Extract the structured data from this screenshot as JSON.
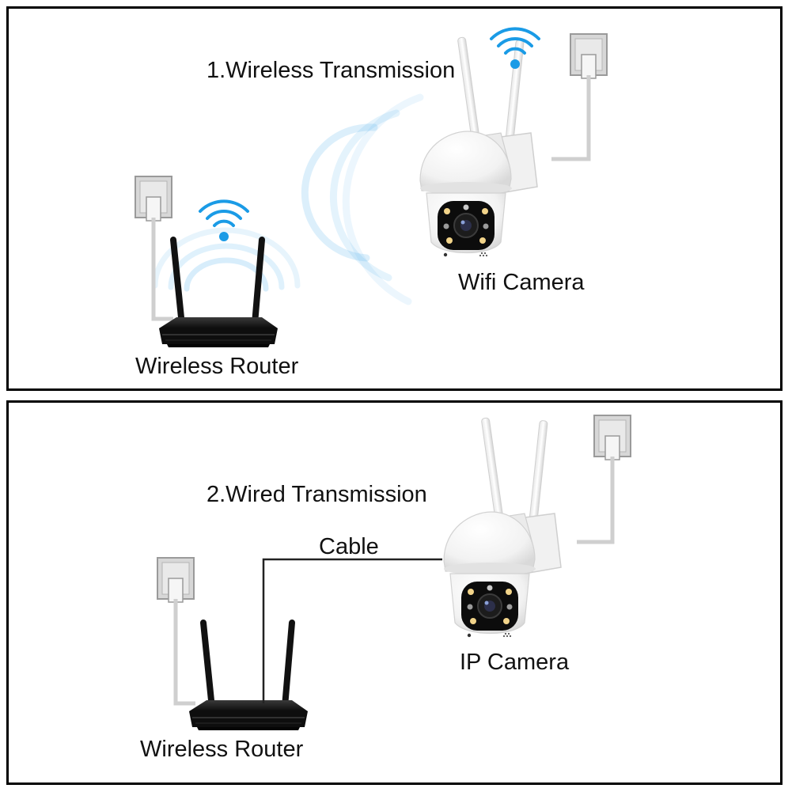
{
  "panels": [
    {
      "title": "1.Wireless Transmission",
      "router_label": "Wireless Router",
      "camera_label": "Wifi Camera"
    },
    {
      "title": "2.Wired Transmission",
      "cable_label": "Cable",
      "router_label": "Wireless Router",
      "camera_label": "IP Camera"
    }
  ],
  "colors": {
    "wifi_blue": "#1a9be6",
    "router_body": "#141414",
    "camera_body": "#f4f4f4",
    "cable": "#222222",
    "outlet": "#d7d7d7"
  },
  "icons": [
    "wifi-icon",
    "power-outlet-icon",
    "router-icon",
    "camera-icon"
  ]
}
